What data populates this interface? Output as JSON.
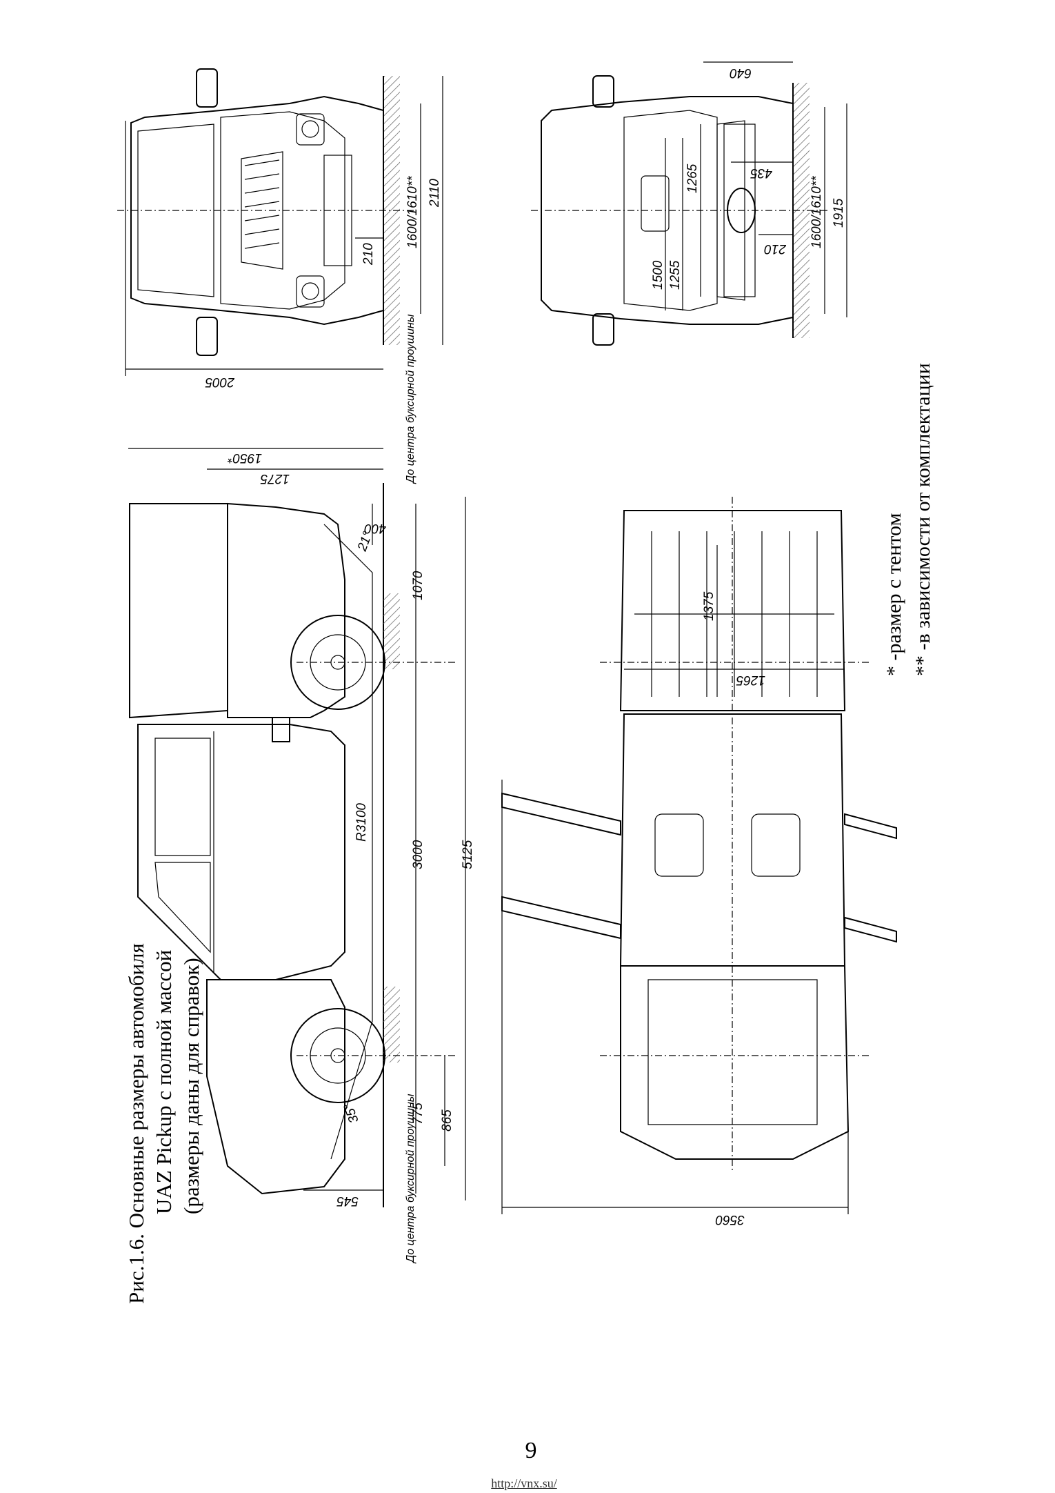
{
  "caption": {
    "line1": "Рис.1.6. Основные размеры автомобиля",
    "line2": "UAZ Pickup с полной массой",
    "line3": "(размеры даны для справок)"
  },
  "legend": {
    "note1": "* -размер с тентом",
    "note2": "** -в зависимости от комплектации"
  },
  "front_view": {
    "width_overall": "2005",
    "height_overall": "2110",
    "track": "1600/1610**",
    "clearance": "210"
  },
  "rear_view": {
    "width_top": "640",
    "height_overall": "1915",
    "track": "1600/1610**",
    "bed_height": "1265",
    "dim_1500": "1500",
    "dim_1255": "1255",
    "dim_435": "435",
    "clearance": "210"
  },
  "side_view": {
    "height_tent": "1950*",
    "height_cab": "1275",
    "rear_overhang": "1070",
    "rear_top": "400",
    "wheelbase": "3000",
    "length_overall": "5125",
    "front_overhang": "775",
    "front_tow": "865",
    "front_bottom": "545",
    "turn_radius": "R3100",
    "angle_rear": "21°",
    "angle_front": "35°",
    "tow_note_top": "До центра буксирной проушины",
    "tow_note_bottom": "До центра буксирной проушины"
  },
  "top_view": {
    "bed_length": "1375",
    "bed_width": "1265",
    "width_doors_open": "3560"
  },
  "page_number": "9",
  "footer_url": "http://vnx.su/"
}
